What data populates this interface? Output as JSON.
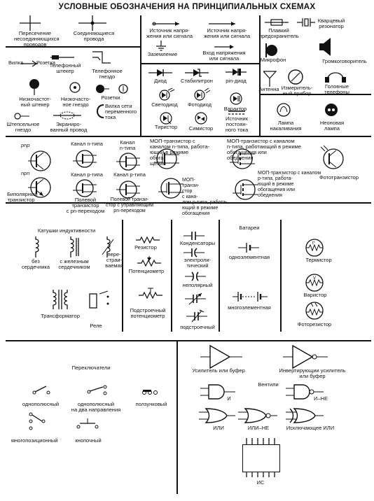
{
  "title": "УСЛОВНЫЕ ОБОЗНАЧЕНИЯ НА ПРИНЦИПИАЛЬНЫХ СХЕМАХ",
  "row1": {
    "crossing": "Пересечение\nнесоединяющихся\nпроводов",
    "connected": "Соединяющиеся\nпровода",
    "source": "Источник напря-\nжения или сигнала",
    "source2": "Источник напря-\nжения или сигнала",
    "ground": "Заземление",
    "input": "Вход напряжения\nили сигнала",
    "fuse": "Плавкий\nпредохранитель",
    "crystal": "Кварцевый\nрезонатор",
    "mic": "Микрофон",
    "speaker": "Громкоговоритель",
    "antenna": "Антенна",
    "meter": "Измеритель-\nный прибор",
    "headphones": "Головные\nтелефоны"
  },
  "connectors": {
    "plug": "Вилка",
    "socket": "Розетка",
    "phone_plug": "Телефонный\nштекер",
    "phone_jack": "Телефонное\nгнездо",
    "lf_plug": "Низкочастот-\nный штекер",
    "lf_jack": "Низкочасто-\nное гнездо",
    "sockets": "Розетки",
    "mains_plug": "Вилка сети\nпеременного\nтока",
    "pin_jack": "Штепсельное\nгнездо",
    "shielded": "Экраниро-\nванный провод"
  },
  "diodes": {
    "diode": "Диод",
    "zener": "Стабилитрон",
    "pin": "pin-диод",
    "led": "Светодиод",
    "photodiode": "Фотодиод",
    "varactor": "Варактор",
    "thyristor": "Тиристор",
    "triac": "Симистор",
    "dc_source": "Источник\nпостоян-\nного тока"
  },
  "lamps": {
    "incandescent": "Лампа\nнакаливания",
    "neon": "Неоновая\nлампа"
  },
  "transistors": {
    "pnp": "pnp",
    "npn": "npn",
    "bipolar": "Биполярный\nтранзистор",
    "n_channel": "Канал n-типа",
    "p_channel": "Канал p-типа",
    "n_channel2": "Канал\nn-типа",
    "p_channel2": "Канал p-типа",
    "jfet": "Полевой\nтранзистор\nс pn-переходом",
    "jfet2": "Полевой транзи-\nстор с управляющим\npn-переходом",
    "mos_n_dep": "МОП-транзистор с\nканалом n-типа, работа-\nющий в режиме\nобога-\nщения",
    "mos_n_enh": "МОП-транзистор с каналом\nn-типа, работающий в режиме\nобогащения или\nобеднения",
    "mos_p_dep": "МОП-\nтранзи-\nстор\nс кана-\nлом p-типа, работа-\nющий в режиме\nобогащения",
    "mos_p_enh": "МОП-транзистор с каналом\np-типа, работа-\nющий в режиме\nобогащения или\nобеднения",
    "phototransistor": "Фототранзистор"
  },
  "passive": {
    "coils": "Катушки индуктивности",
    "no_core": "без\nсердечника",
    "iron_core": "с железным\nсердечником",
    "variable": "пере-\nстраи-\nваемая",
    "transformer": "Трансформатор",
    "relay": "Реле",
    "resistor": "Резистор",
    "potentiometer": "Потенциометр",
    "trimmer": "Подстроечный\nпотенциометр",
    "capacitors": "Конденсаторы",
    "electrolytic": "электроли-\nтический",
    "nonpolar": "неполярный",
    "trimcap": "подстроечный",
    "batteries": "Батареи",
    "single_cell": "одноэлементная",
    "multi_cell": "многоэлементная",
    "thermistor": "Термистор",
    "varistor": "Варистор",
    "photoresistor": "Фоторезистор"
  },
  "switches": {
    "header": "Переключатели",
    "spst": "однополюсный",
    "spdt": "однополюсный\nна два направления",
    "slide": "ползунковый",
    "multi": "многопозиционный",
    "push": "кнопочный"
  },
  "logic": {
    "amp": "Усилитель или буфер",
    "inv_amp": "Инвертирующии усилитель\nили буфер",
    "gates": "Вентили",
    "and": "И",
    "nand": "И–НЕ",
    "or": "ИЛИ",
    "nor": "ИЛИ–НЕ",
    "xor": "Исключающее ИЛИ",
    "ic": "ИС"
  }
}
